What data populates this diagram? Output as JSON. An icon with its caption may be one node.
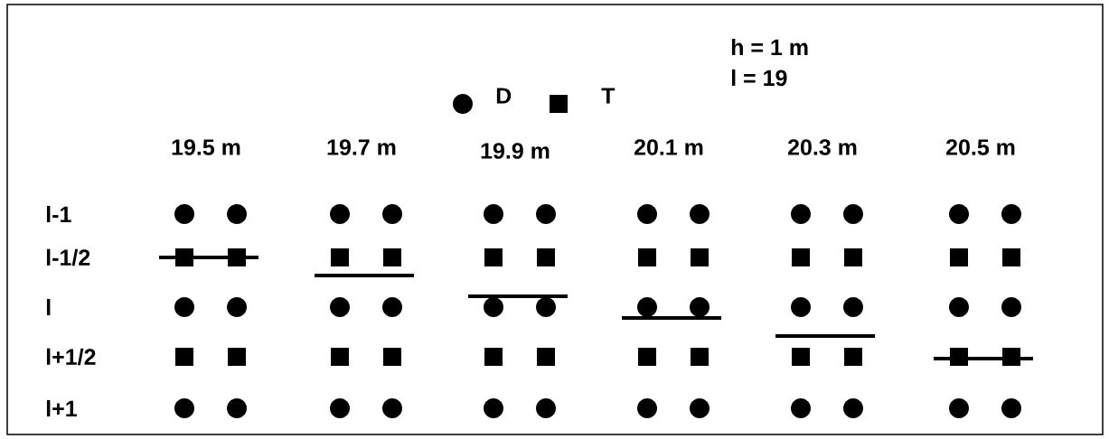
{
  "diagram": {
    "labels": [
      "h = 1 m",
      "l = 19",
      "19.5 m",
      "19.7 m",
      "19.9 m",
      "20.1 m",
      "20.3 m",
      "20.5 m",
      "l-1",
      "l-1/2",
      "l",
      "l+1/2",
      "l+1"
    ],
    "legend": [
      {
        "text": "D"
      },
      {
        "text": "T"
      }
    ]
  }
}
